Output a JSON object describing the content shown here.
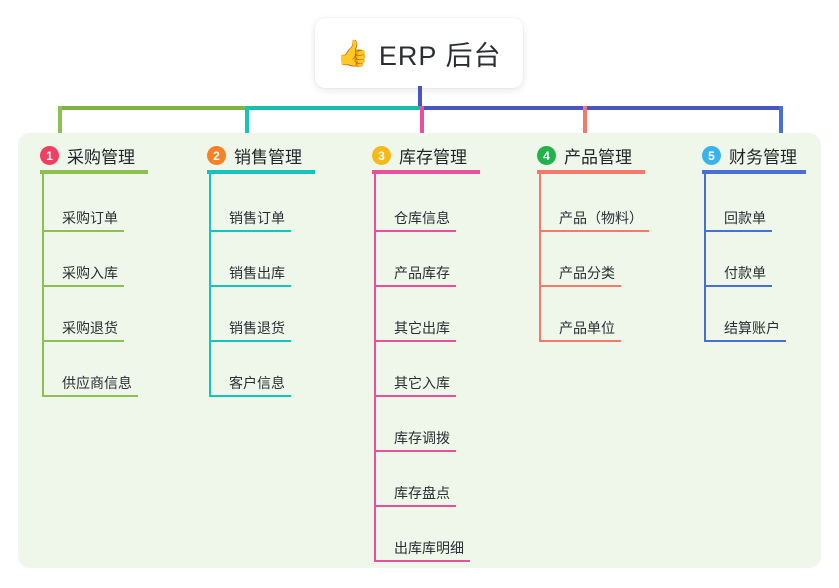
{
  "root": {
    "icon": "thumbs-up-emoji",
    "emoji": "👍",
    "title": "ERP 后台"
  },
  "colors": {
    "panel_bg": "#eef7ea",
    "root_connector": "#4a55c4",
    "segment_green": "#7cb342",
    "segment_teal": "#16bfa8",
    "segment_blue": "#4a55c4",
    "col1_accent": "#8cc152",
    "col2_accent": "#17c4bb",
    "col3_accent": "#e8509b",
    "col4_accent": "#f2796c",
    "col5_accent": "#4a6fd4",
    "badge1": "#ef4063",
    "badge2": "#f98025",
    "badge3": "#f5b919",
    "badge4": "#22b24c",
    "badge5": "#3ab3e8"
  },
  "columns": [
    {
      "number": "1",
      "title": "采购管理",
      "items": [
        "采购订单",
        "采购入库",
        "采购退货",
        "供应商信息"
      ]
    },
    {
      "number": "2",
      "title": "销售管理",
      "items": [
        "销售订单",
        "销售出库",
        "销售退货",
        "客户信息"
      ]
    },
    {
      "number": "3",
      "title": "库存管理",
      "items": [
        "仓库信息",
        "产品库存",
        "其它出库",
        "其它入库",
        "库存调拨",
        "库存盘点",
        "出库库明细"
      ]
    },
    {
      "number": "4",
      "title": "产品管理",
      "items": [
        "产品（物料）",
        "产品分类",
        "产品单位"
      ]
    },
    {
      "number": "5",
      "title": "财务管理",
      "items": [
        "回款单",
        "付款单",
        "结算账户"
      ]
    }
  ]
}
